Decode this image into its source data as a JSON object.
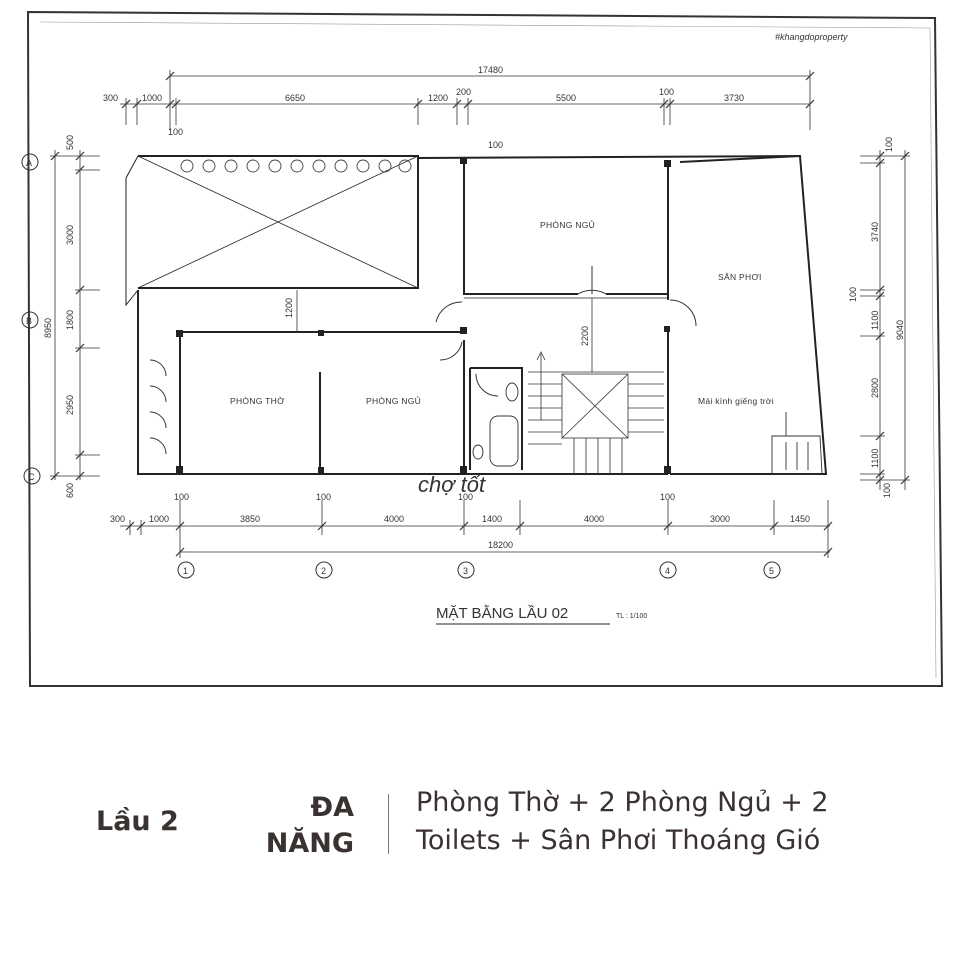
{
  "watermark": "#khangdoproperty",
  "brand_watermark": "chợ tốt",
  "plan": {
    "title": "MẶT BẰNG LẦU 02",
    "scale": "TL : 1/100",
    "top_dims": {
      "total": "17480",
      "segments": [
        "300",
        "1000",
        "6650",
        "1200",
        "200",
        "5500",
        "100",
        "3730"
      ],
      "sub": "100",
      "notch": "100"
    },
    "bottom_dims": {
      "total": "18200",
      "segments": [
        "300",
        "1000",
        "3850",
        "4000",
        "1400",
        "4000",
        "3000",
        "1450"
      ],
      "small": [
        "100",
        "100",
        "100",
        "100"
      ]
    },
    "left_dims": {
      "total": "8950",
      "segments": [
        "500",
        "3000",
        "1800",
        "2950",
        "600"
      ]
    },
    "right_dims": {
      "total": "9040",
      "segments": [
        "100",
        "3740",
        "100",
        "1100",
        "2800",
        "1100",
        "100"
      ]
    },
    "inner_dims": [
      "1200",
      "2200"
    ],
    "axes_rows": [
      "A",
      "B",
      "C"
    ],
    "axes_cols": [
      "1",
      "2",
      "3",
      "4",
      "5"
    ],
    "rooms": {
      "bedroom_top": "PHÒNG NGỦ",
      "drying_yard": "SÂN PHƠI",
      "altar_room": "PHÒNG THỜ",
      "bedroom_bottom": "PHÒNG NGỦ",
      "skylight": "Mái kính giếng trời"
    }
  },
  "footer": {
    "floor": "Lầu 2",
    "tag_line1": "ĐA",
    "tag_line2": "NĂNG",
    "desc_line1": "Phòng Thờ + 2 Phòng Ngủ + 2",
    "desc_line2": "Toilets + Sân Phơi Thoáng Gió"
  },
  "colors": {
    "line": "#2a2a2a",
    "text_dark": "#3a3230"
  }
}
